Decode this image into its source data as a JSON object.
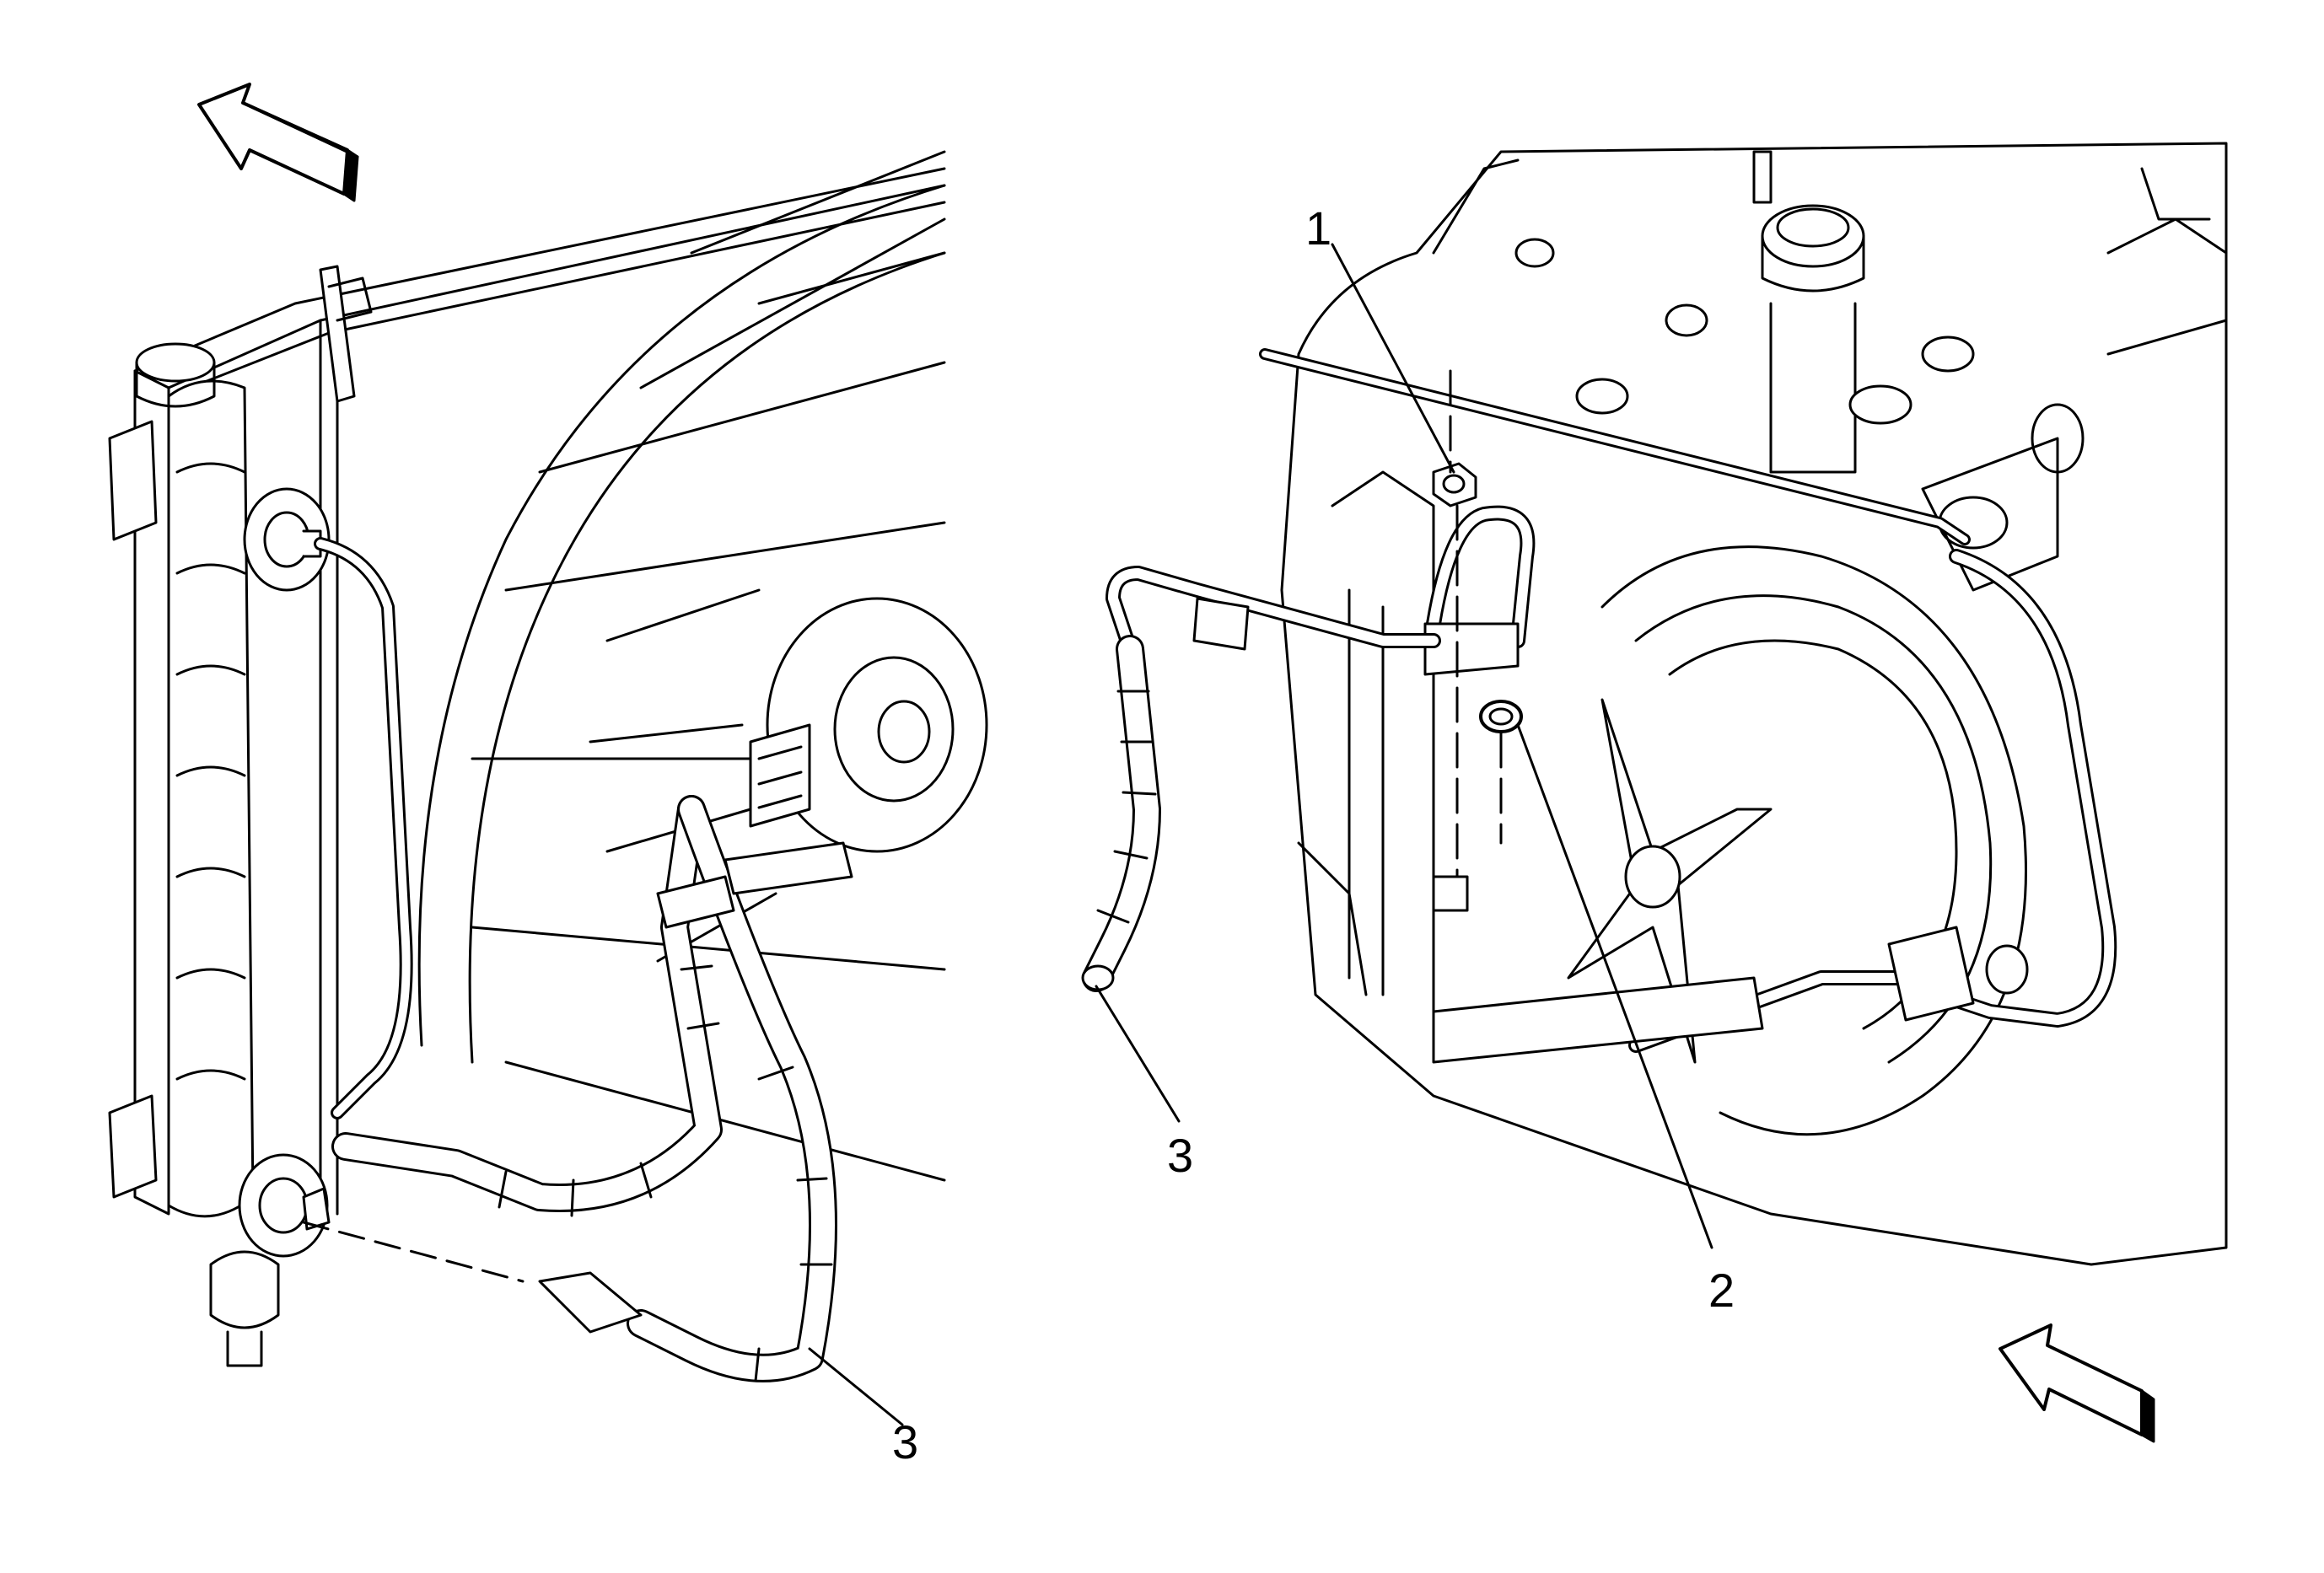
{
  "callouts": {
    "left_hose": "3",
    "nut": "1",
    "seal": "2",
    "right_hose": "3"
  },
  "colors": {
    "line": "#000000",
    "background": "#ffffff"
  }
}
